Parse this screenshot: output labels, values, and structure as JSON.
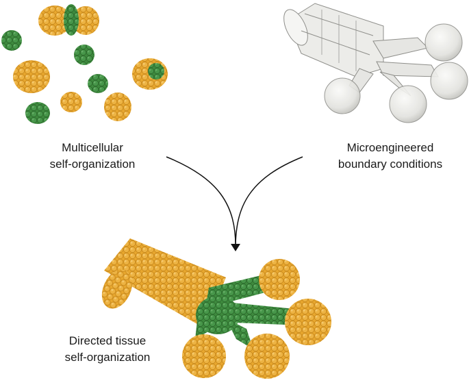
{
  "labels": {
    "multicellular_line1": "Multicellular",
    "multicellular_line2": "self-organization",
    "microengineered_line1": "Microengineered",
    "microengineered_line2": "boundary conditions",
    "directed_line1": "Directed tissue",
    "directed_line2": "self-organization"
  },
  "colors": {
    "orange_cell": "#E8A72E",
    "orange_dark": "#C98A1C",
    "green_cell": "#3E8A3E",
    "green_dark": "#2B6A2B",
    "device_fill": "#E9E9E6",
    "device_stroke": "#9A9A96",
    "arrow": "#111111"
  },
  "icons": [
    "cell-cluster-icon",
    "microfluidic-device-icon",
    "arrow-icon",
    "tissue-construct-icon"
  ]
}
